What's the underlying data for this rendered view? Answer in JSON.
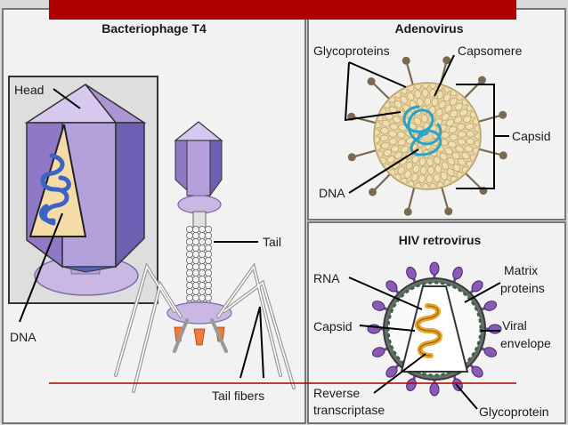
{
  "colors": {
    "accent_bar": "#b00000",
    "background": "#d9d9d9",
    "panel": "#f2f2f2",
    "capsid_purple": "#9b86c9",
    "capsid_blue": "#4d68b5",
    "dna_blue": "#3e62c4",
    "capsomere": "#f0dfb0",
    "hiv_core": "#e8a32a",
    "glycoprotein": "#8a5ab8"
  },
  "bacteriophage": {
    "title": "Bacteriophage T4",
    "labels": {
      "head": "Head",
      "dna": "DNA",
      "tail": "Tail",
      "tail_fibers": "Tail fibers"
    }
  },
  "adenovirus": {
    "title": "Adenovirus",
    "labels": {
      "glycoproteins": "Glycoproteins",
      "capsomere": "Capsomere",
      "capsid": "Capsid",
      "dna": "DNA"
    }
  },
  "hiv": {
    "title": "HIV retrovirus",
    "labels": {
      "rna": "RNA",
      "matrix_line1": "Matrix",
      "matrix_line2": "proteins",
      "capsid": "Capsid",
      "viral_line1": "Viral",
      "viral_line2": "envelope",
      "rt_line1": "Reverse",
      "rt_line2": "transcriptase",
      "glycoprotein": "Glycoprotein"
    }
  }
}
